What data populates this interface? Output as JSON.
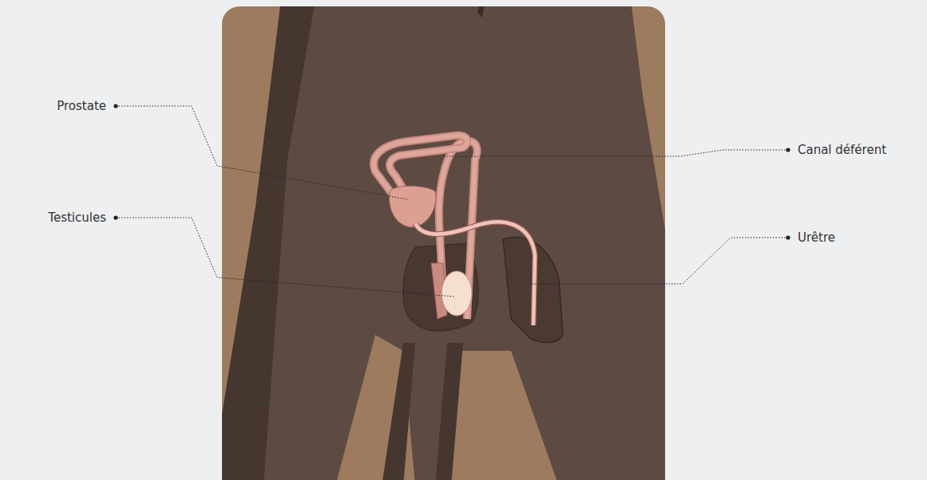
{
  "diagram": {
    "labels": [
      "Prostate",
      "Testicules",
      "Canal déférent",
      "Urêtre"
    ]
  }
}
